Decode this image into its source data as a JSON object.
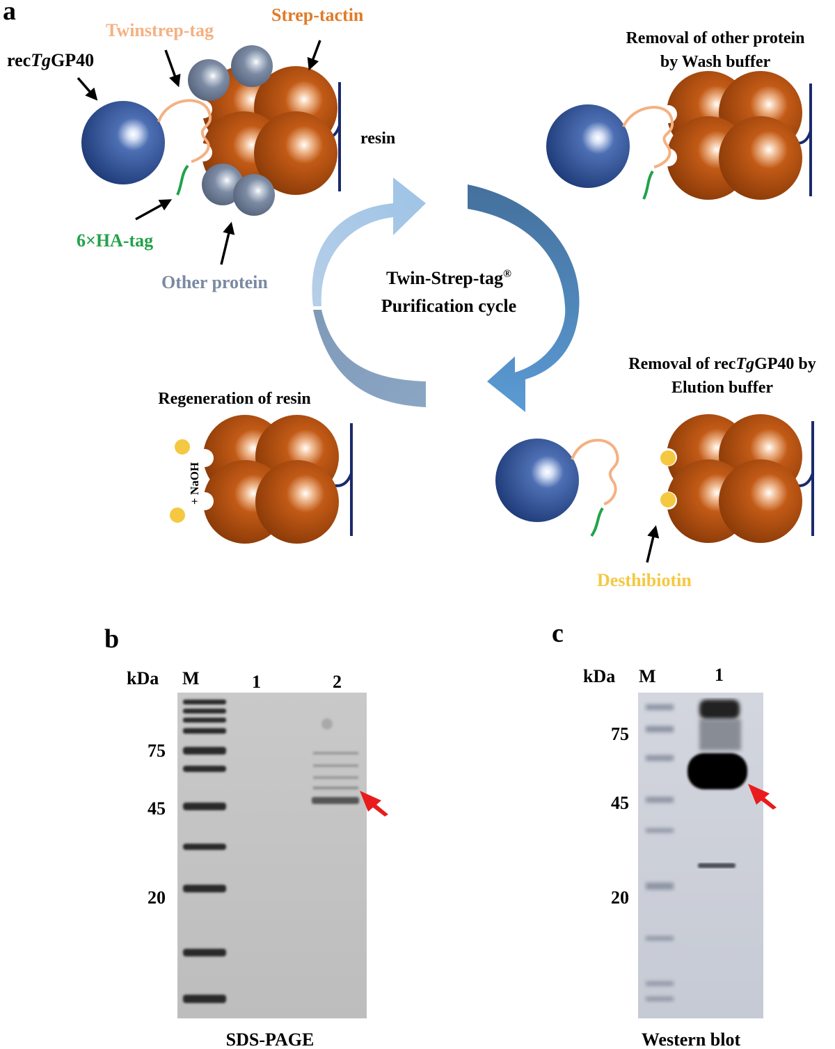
{
  "panel_a": {
    "panel_letter": "a",
    "labels": {
      "recTgGP40": [
        "rec",
        "Tg",
        "GP40"
      ],
      "twinstrep_tag": "Twinstrep-tag",
      "strep_tactin": "Strep-tactin",
      "resin": "resin",
      "ha_tag": "6×HA-tag",
      "other_protein": "Other protein",
      "cycle_title_line1": "Twin-Strep-tag",
      "cycle_title_reg": "®",
      "cycle_title_line2": "Purification cycle",
      "wash_line1": "Removal of other protein",
      "wash_line2": "by Wash buffer",
      "elution_line1": [
        "Removal of rec",
        "Tg",
        "GP40 by"
      ],
      "elution_line2": "Elution buffer",
      "regeneration": "Regeneration of resin",
      "naoh": "+ NaOH",
      "desthibiotin": "Desthibiotin"
    },
    "colors": {
      "twinstrep": "#f4b183",
      "strep_tactin_label": "#e07b28",
      "ha_tag": "#22a24a",
      "other_protein": "#7a8aa2",
      "desthibiotin": "#f5c842",
      "protein_blue": "#2b4f96",
      "tactin_orange": "#b8500e",
      "resin_line": "#1a2a6c"
    }
  },
  "panel_b": {
    "panel_letter": "b",
    "unit": "kDa",
    "lanes": [
      "M",
      "1",
      "2"
    ],
    "markers": [
      "75",
      "45",
      "20"
    ],
    "caption": "SDS-PAGE"
  },
  "panel_c": {
    "panel_letter": "c",
    "unit": "kDa",
    "lanes": [
      "M",
      "1"
    ],
    "markers": [
      "75",
      "45",
      "20"
    ],
    "caption": "Western blot"
  }
}
